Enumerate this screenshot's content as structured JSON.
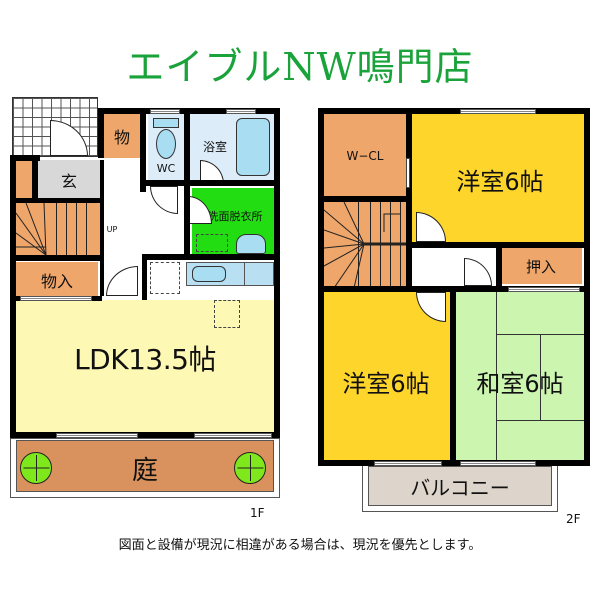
{
  "title": "エイブルNW鳴門店",
  "floor1": {
    "label": "1F",
    "rooms": {
      "storage_top": "物",
      "entrance": "玄",
      "wc": "WC",
      "bath": "浴室",
      "washroom": "洗面脱衣所",
      "stairs_up": "UP",
      "closet": "物入",
      "ldk": "LDK13.5帖",
      "garden": "庭"
    }
  },
  "floor2": {
    "label": "2F",
    "rooms": {
      "walk_in_closet": "W−CL",
      "western_room_1": "洋室6帖",
      "closet": "押入",
      "western_room_2": "洋室6帖",
      "japanese_room": "和室6帖",
      "balcony": "バルコニー"
    }
  },
  "notice": "図面と設備が現況に相違がある場合は、現況を優先とします。",
  "colors": {
    "title": "#1aa33a",
    "storage": "#efa66b",
    "entrance": "#d8d8d8",
    "wet_area": "#dcecf8",
    "washroom": "#22dd11",
    "ldk": "#fdf8b4",
    "western_room": "#fdd52b",
    "japanese_room": "#ccf5b0",
    "garden": "#d9925d",
    "balcony": "#ddd4cb"
  }
}
